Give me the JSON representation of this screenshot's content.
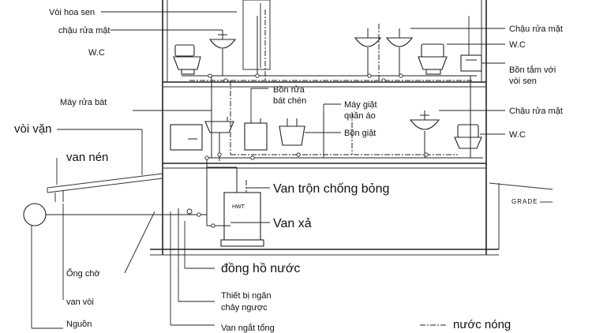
{
  "labels": {
    "shower_faucet": "Vòi hoa sen",
    "washbasin_top_left": "chậu rửa mặt",
    "wc_top_left": "W.C",
    "washbasin_top_right": "Chậu rửa mặt",
    "wc_top_right": "W.C",
    "bathtub_line1": "Bồn tắm với",
    "bathtub_line2": "vòi sen",
    "dishwasher": "Máy rửa bát",
    "sink_line1": "Bồn rửa",
    "sink_line2": "bát chén",
    "washing_machine_line1": "Máy giặt",
    "washing_machine_line2": "quần áo",
    "laundry_tub": "Bồn giặt",
    "washbasin_mid_right": "Chậu rửa mặt",
    "wc_mid_right": "W.C",
    "hose_bibb": "vòi vặn",
    "compression_valve": "van nén",
    "mixing_valve": "Van trộn chống bỏng",
    "grade": "GRADE",
    "water_heater": "HWT",
    "drain_valve": "Van xả",
    "stub_pipe": "Ống chờ",
    "water_meter": "đồng hồ nước",
    "backflow_line1": "Thiết bị ngăn",
    "backflow_line2": "chảy ngược",
    "curb_valve": "van vòi",
    "source": "Nguồn",
    "main_shutoff": "Van ngắt tổng",
    "legend_hot": "nước nóng"
  }
}
